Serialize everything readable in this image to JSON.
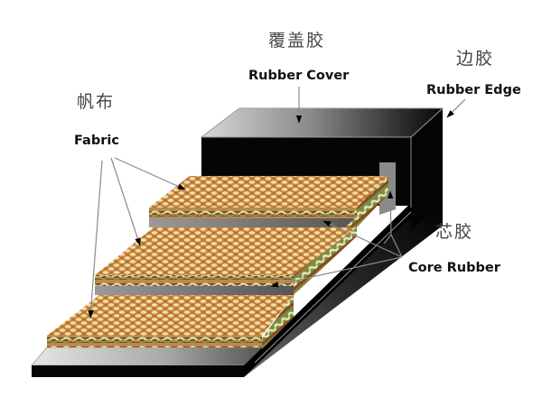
{
  "diagram": {
    "title": "Conveyor belt structure",
    "labels": {
      "rubber_cover": {
        "cn": "覆盖胶",
        "en": "Rubber Cover"
      },
      "rubber_edge": {
        "cn": "边胶",
        "en": "Rubber Edge"
      },
      "fabric": {
        "cn": "帆布",
        "en": "Fabric"
      },
      "core_rubber": {
        "cn": "芯胶",
        "en": "Core Rubber"
      }
    },
    "layers": [
      "Rubber Cover",
      "Fabric",
      "Core Rubber",
      "Fabric",
      "Core Rubber",
      "Fabric",
      "Rubber Cover"
    ],
    "colors": {
      "fabric": "#c98a3e",
      "fabric_highlight": "#f2d9a6",
      "fabric_dark": "#8a4a1e",
      "weave_green": "#b9c98a",
      "core_rubber": "#7a7a7a",
      "rubber_black": "#0a0a0a",
      "label_cn": "#4a4444",
      "label_en": "#111111",
      "leader_line": "#8a8a8a"
    }
  }
}
